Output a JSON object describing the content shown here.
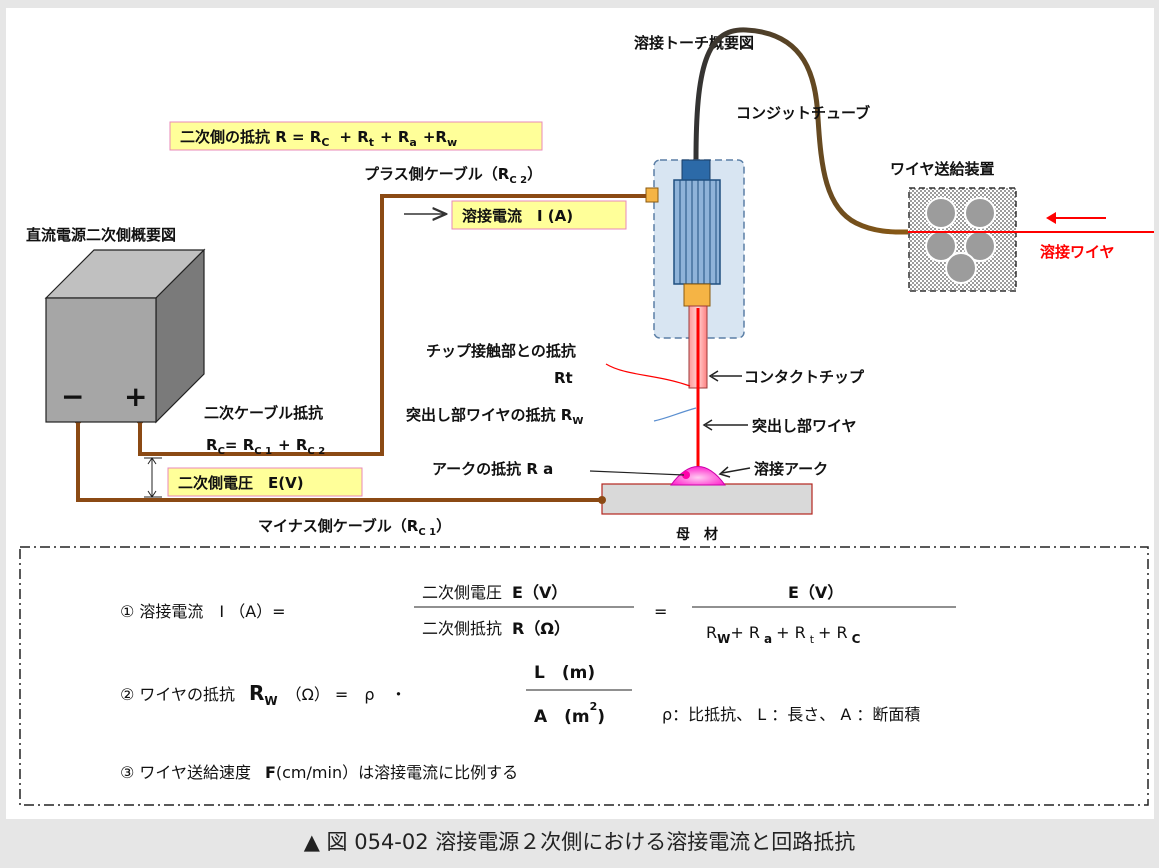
{
  "colors": {
    "cable": "#8b4a14",
    "highlight": "#ffff99",
    "highlight_border": "#e98ab8",
    "wire": "#ff0000",
    "source_box": "#a6a6a6",
    "torch_sleeve": "#9bbbd9",
    "arc": "#ff33cc"
  },
  "labels": {
    "torch_title": "溶接トーチ概要図",
    "conduit": "コンジットチューブ",
    "feeder": "ワイヤ送給装置",
    "weld_wire": "溶接ワイヤ",
    "power_title": "直流電源二次側概要図",
    "plus_cable": "プラス側ケーブル（R",
    "plus_cable_sub": "C 2",
    "plus_cable_close": "）",
    "current": "溶接電流　I (A)",
    "resist_main": "二次側の抵抗 R = R",
    "resist_c": "C",
    "resist_plus_t": "+ R",
    "resist_t": "t",
    "resist_plus_a": "+ R",
    "resist_a": "a",
    "resist_plus_w": "+R",
    "resist_w": "w",
    "chip_resist": "チップ接触部との抵抗",
    "chip_resist_sym": "Rt",
    "contact_tip": "コンタクトチップ",
    "stickout_resist": "突出し部ワイヤの抵抗 R",
    "stickout_resist_sub": "W",
    "stickout_wire": "突出し部ワイヤ",
    "arc_resist": "アークの抵抗 R a",
    "weld_arc": "溶接アーク",
    "base_metal": "母　材",
    "minus_sign": "−",
    "plus_sign": "+",
    "sec_cable_resist": "二次ケーブル抵抗",
    "sec_cable_formula_a": "R",
    "sec_cable_formula_b": "C",
    "sec_cable_formula_c": "= R",
    "sec_cable_formula_d": "C 1",
    "sec_cable_formula_e": "+ R",
    "sec_cable_formula_f": "C 2",
    "voltage": "二次側電圧　E(V)",
    "minus_cable": "マイナス側ケーブル（R",
    "minus_cable_sub": "C 1",
    "minus_cable_close": "）"
  },
  "formulas": {
    "f1_lhs": "① 溶接電流　I （A）=",
    "f1_num": "二次側電圧",
    "f1_num_b": "E（V）",
    "f1_den": "二次側抵抗",
    "f1_den_b": "R（Ω）",
    "f1_eq": "=",
    "f1_rhs_num": "E（V）",
    "f1_rhs_den_r1": "R",
    "f1_rhs_den_w": "W",
    "f1_rhs_den_r2": "+ R",
    "f1_rhs_den_a": "a",
    "f1_rhs_den_r3": "+ R",
    "f1_rhs_den_t": "t",
    "f1_rhs_den_r4": "+ R",
    "f1_rhs_den_c": "C",
    "f2_lhs": "② ワイヤの抵抗",
    "f2_r": "R",
    "f2_w": "W",
    "f2_mid": "（Ω） =　ρ　・",
    "f2_num": "L　(m)",
    "f2_den": "A　(m",
    "f2_den_exp": "2",
    "f2_den_close": ")",
    "f2_note": "ρ：比抵抗、 L ：長さ、 A ：断面積",
    "f3_a": "③ ワイヤ送給速度",
    "f3_b": "F",
    "f3_c": "(cm/min）は溶接電流に比例する"
  },
  "caption": "▲ 図 054-02 溶接電源２次側における溶接電流と回路抵抗"
}
